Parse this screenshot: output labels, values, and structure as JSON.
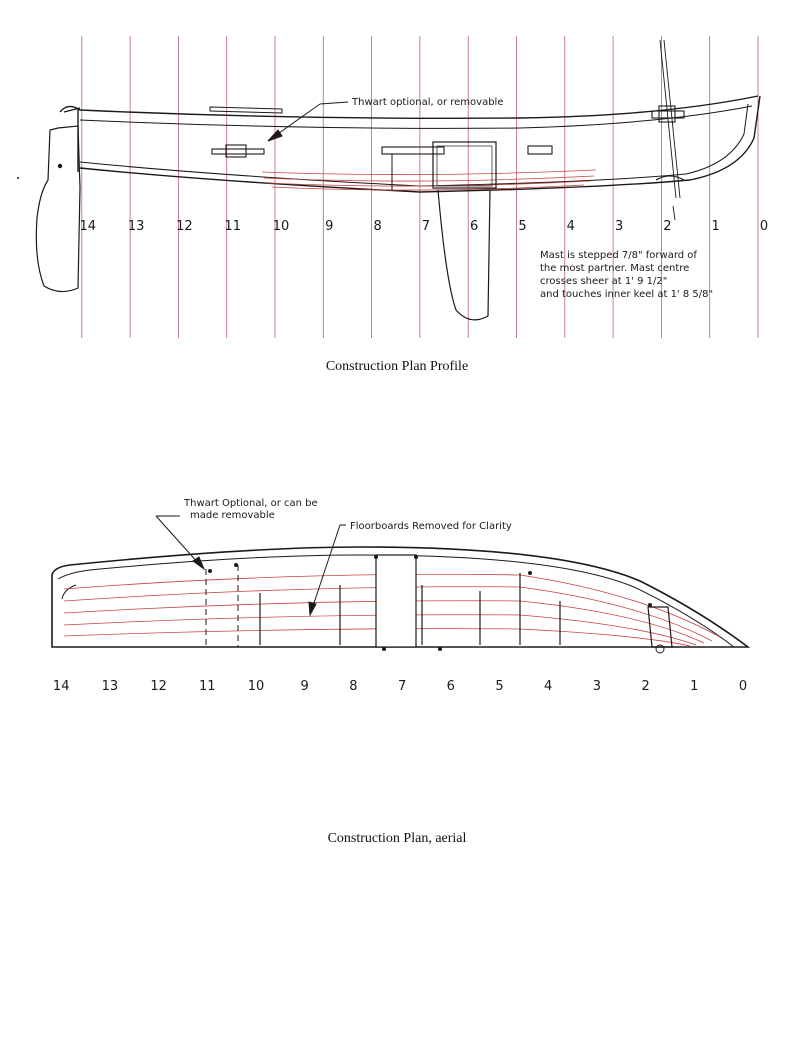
{
  "stations": [
    "0",
    "1",
    "2",
    "3",
    "4",
    "5",
    "6",
    "7",
    "8",
    "9",
    "10",
    "11",
    "12",
    "13",
    "14"
  ],
  "profile": {
    "caption": "Construction Plan Profile",
    "thwart_note": "Thwart optional, or removable",
    "mast_note": [
      "Mast is stepped 7/8\" forward of",
      "the most partner.  Mast centre",
      "crosses sheer at 1' 9 1/2\"",
      "and touches inner keel at 1' 8 5/8\""
    ]
  },
  "aerial": {
    "caption": "Construction Plan, aerial",
    "thwart_note": [
      "Thwart Optional, or can be",
      "made removable"
    ],
    "floorboards_note": "Floorboards Removed for Clarity"
  },
  "colors": {
    "line": "#1a1a1a",
    "station_line": "#c06070",
    "plank_line": "#c84040"
  }
}
